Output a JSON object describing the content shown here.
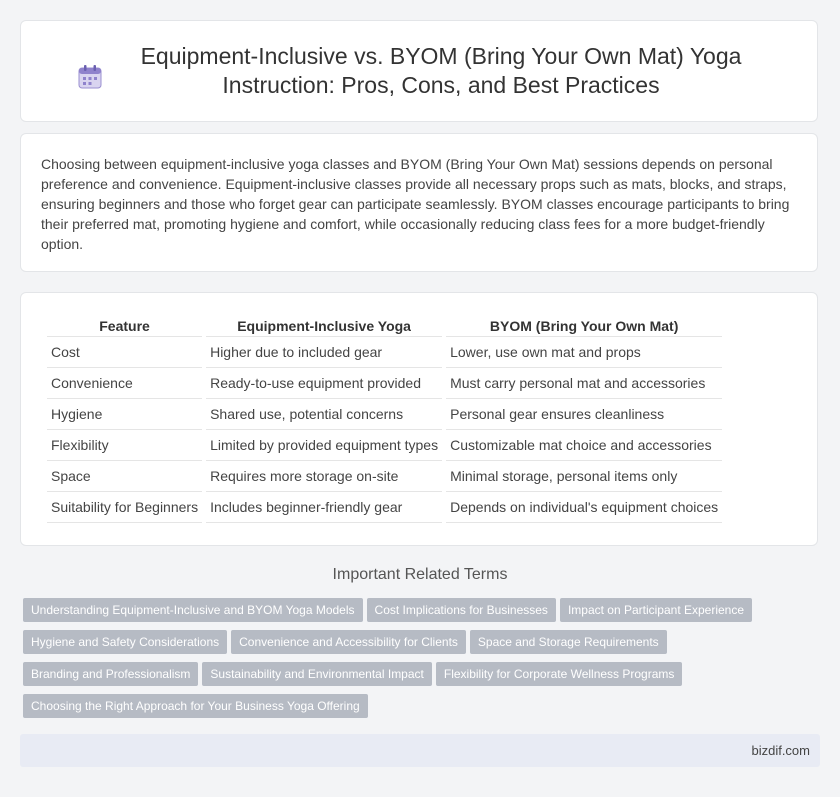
{
  "header": {
    "title": "Equipment-Inclusive vs. BYOM (Bring Your Own Mat) Yoga Instruction: Pros, Cons, and Best Practices",
    "icon": "calendar-icon"
  },
  "intro": {
    "text": "Choosing between equipment-inclusive yoga classes and BYOM (Bring Your Own Mat) sessions depends on personal preference and convenience. Equipment-inclusive classes provide all necessary props such as mats, blocks, and straps, ensuring beginners and those who forget gear can participate seamlessly. BYOM classes encourage participants to bring their preferred mat, promoting hygiene and comfort, while occasionally reducing class fees for a more budget-friendly option."
  },
  "comparison": {
    "headers": [
      "Feature",
      "Equipment-Inclusive Yoga",
      "BYOM (Bring Your Own Mat)"
    ],
    "rows": [
      [
        "Cost",
        "Higher due to included gear",
        "Lower, use own mat and props"
      ],
      [
        "Convenience",
        "Ready-to-use equipment provided",
        "Must carry personal mat and accessories"
      ],
      [
        "Hygiene",
        "Shared use, potential concerns",
        "Personal gear ensures cleanliness"
      ],
      [
        "Flexibility",
        "Limited by provided equipment types",
        "Customizable mat choice and accessories"
      ],
      [
        "Space",
        "Requires more storage on-site",
        "Minimal storage, personal items only"
      ],
      [
        "Suitability for Beginners",
        "Includes beginner-friendly gear",
        "Depends on individual's equipment choices"
      ]
    ]
  },
  "related": {
    "title": "Important Related Terms",
    "tags": [
      "Understanding Equipment-Inclusive and BYOM Yoga Models",
      "Cost Implications for Businesses",
      "Impact on Participant Experience",
      "Hygiene and Safety Considerations",
      "Convenience and Accessibility for Clients",
      "Space and Storage Requirements",
      "Branding and Professionalism",
      "Sustainability and Environmental Impact",
      "Flexibility for Corporate Wellness Programs",
      "Choosing the Right Approach for Your Business Yoga Offering"
    ]
  },
  "footer": {
    "site": "bizdif.com"
  }
}
